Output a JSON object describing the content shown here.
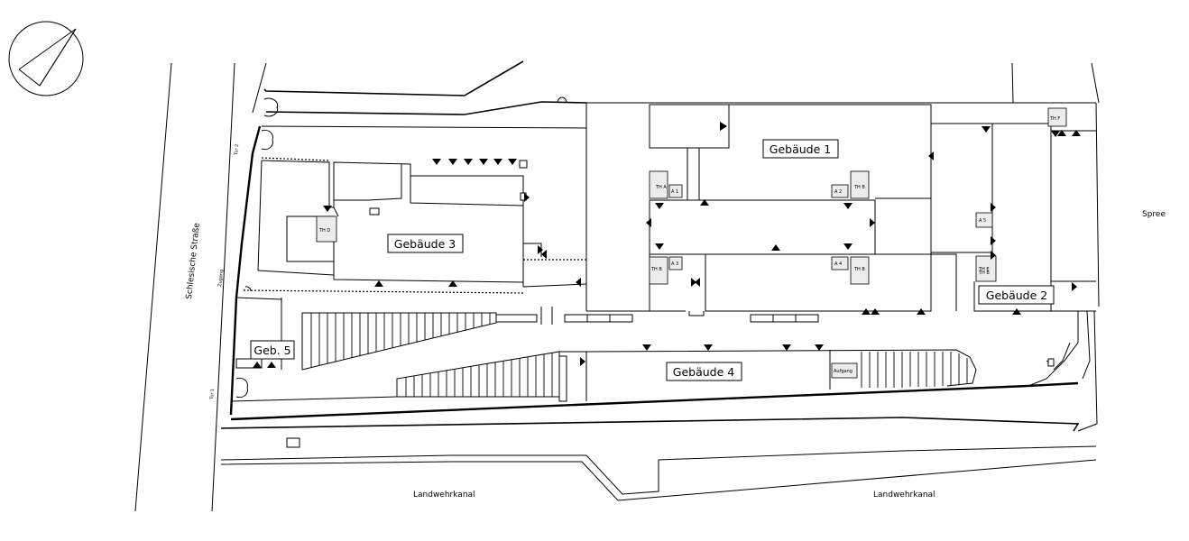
{
  "map": {
    "buildings": {
      "b1": "Gebäude 1",
      "b2": "Gebäude 2",
      "b3": "Gebäude 3",
      "b4": "Gebäude 4",
      "b5": "Geb. 5"
    },
    "streets": {
      "street": "Schlesische Straße",
      "canal_left": "Landwehrkanal",
      "canal_right": "Landwehrkanal",
      "river": "Spree"
    },
    "gates": {
      "gate_1": "Tor 1",
      "gate_2": "Tor 2",
      "access": "Zugang"
    },
    "stairs": {
      "th_a": "TH A",
      "th_b1": "TH B",
      "th_b2": "TH B",
      "th_b3": "TH B",
      "th_b4": "TH B",
      "th_d": "TH D",
      "th_e": "TH E",
      "th_f": "TH F",
      "a_1": "A 1",
      "a_2": "A 2",
      "a_3": "A 3",
      "a_4": "A 4",
      "a_5": "A 5",
      "small_note": "Aufgang"
    },
    "icons": {
      "compass": "north-arrow-icon"
    }
  }
}
